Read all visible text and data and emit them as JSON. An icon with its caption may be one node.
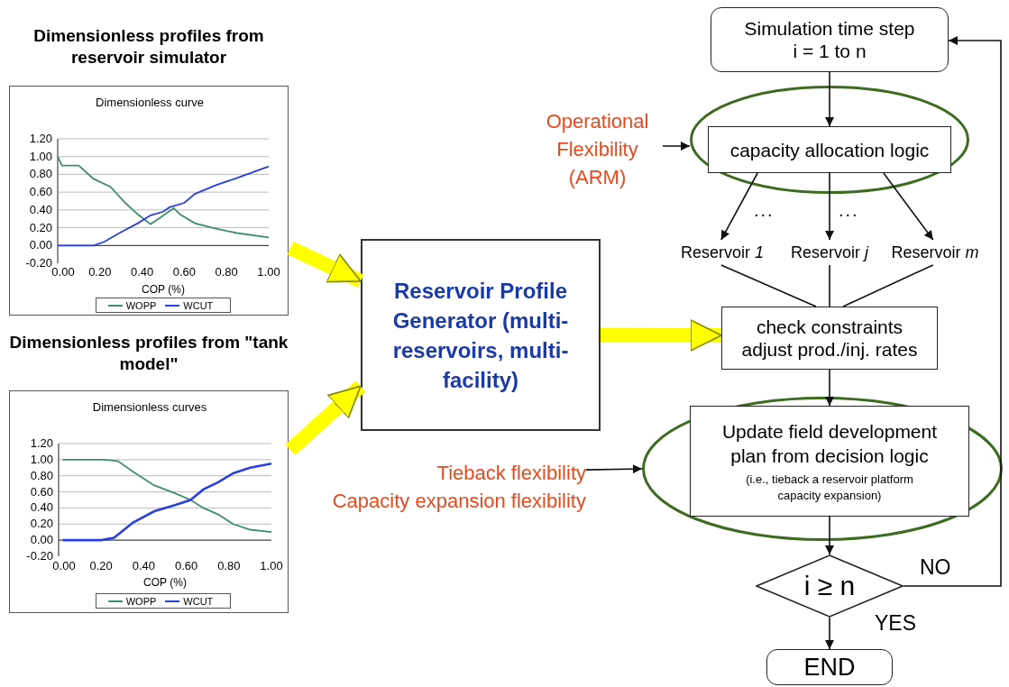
{
  "diagram": {
    "nodes": [
      {
        "text": [
          "Dimensionless profiles from reservoir simulator",
          "Dimensionless curve",
          "1.20",
          "1.00",
          "0.80",
          "0.60",
          "0.40",
          "0.20",
          "0.00",
          "-0.20",
          "0.00",
          "0.20",
          "0.40",
          "0.60",
          "0.80",
          "1.00",
          "COP (%)"
        ]
      },
      {
        "text": [
          "Dimensionless profiles from \"tank model\"",
          "Dimensionless curves",
          "1.20",
          "1.00",
          "0.80",
          "0.60",
          "0.40",
          "0.20",
          "0.00",
          "-0.20",
          "0.00",
          "0.20",
          "0.40",
          "0.60",
          "0.80",
          "1.00",
          "COP (%)"
        ]
      },
      {
        "text": [
          "Reservoir Profile Generator (multi-reservoirs, multi-facility)"
        ]
      },
      {
        "text": [
          "Simulation time step",
          "i = 1 to n"
        ]
      },
      {
        "text": [],
        "shape": "ellipse"
      },
      {
        "text": [
          "capacity allocation logic"
        ],
        "in": 4
      },
      {
        "text": [
          "Operational Flexibility (ARM)"
        ]
      },
      {
        "text": [
          "Reservoir *1*"
        ]
      },
      {
        "text": [
          "Reservoir *j*"
        ]
      },
      {
        "text": [
          "Reservoir *m*"
        ]
      },
      {
        "text": [
          "check constraints adjust prod./inj. rates"
        ]
      },
      {
        "text": [],
        "shape": "ellipse"
      },
      {
        "text": [
          "Update field development plan from decision logic",
          "(i.e., tieback a reservoir platform capacity expansion)"
        ],
        "in": 11
      },
      {
        "text": [
          "Tieback flexibility",
          "Capacity expansion flexibility"
        ]
      },
      {
        "text": [
          "i ≥ n"
        ]
      },
      {
        "text": [
          "END"
        ]
      }
    ],
    "edges": [
      {
        "from": 0,
        "to": 2,
        "arrow": "to",
        "style": "thick",
        "color": "#ffff00"
      },
      {
        "from": 1,
        "to": 2,
        "arrow": "to",
        "style": "thick",
        "color": "#ffff00"
      },
      {
        "from": 2,
        "to": 10,
        "arrow": "to",
        "style": "thick",
        "color": "#ffff00"
      },
      {
        "from": 3,
        "to": 5,
        "arrow": "to"
      },
      {
        "from": 6,
        "to": 4,
        "arrow": "to"
      },
      {
        "from": 5,
        "to": 7,
        "arrow": "to"
      },
      {
        "from": 5,
        "to": 8,
        "arrow": "to"
      },
      {
        "from": 5,
        "to": 9,
        "arrow": "to"
      },
      {
        "from": 7,
        "to": 10,
        "arrow": "none"
      },
      {
        "from": 8,
        "to": 10,
        "arrow": "none"
      },
      {
        "from": 9,
        "to": 10,
        "arrow": "none"
      },
      {
        "from": 10,
        "to": 12,
        "arrow": "to"
      },
      {
        "from": 13,
        "to": 11,
        "arrow": "to"
      },
      {
        "from": 12,
        "to": 14,
        "arrow": "to"
      },
      {
        "from": 14,
        "to": 15,
        "arrow": "to",
        "label": "YES"
      },
      {
        "from": 14,
        "to": 3,
        "arrow": "to",
        "label": "NO"
      }
    ],
    "labels": [
      "...",
      "..."
    ],
    "legend": [
      {
        "text": "WOPP"
      },
      {
        "text": "WCUT"
      },
      {
        "text": "WOPP"
      },
      {
        "text": "WCUT"
      }
    ]
  }
}
